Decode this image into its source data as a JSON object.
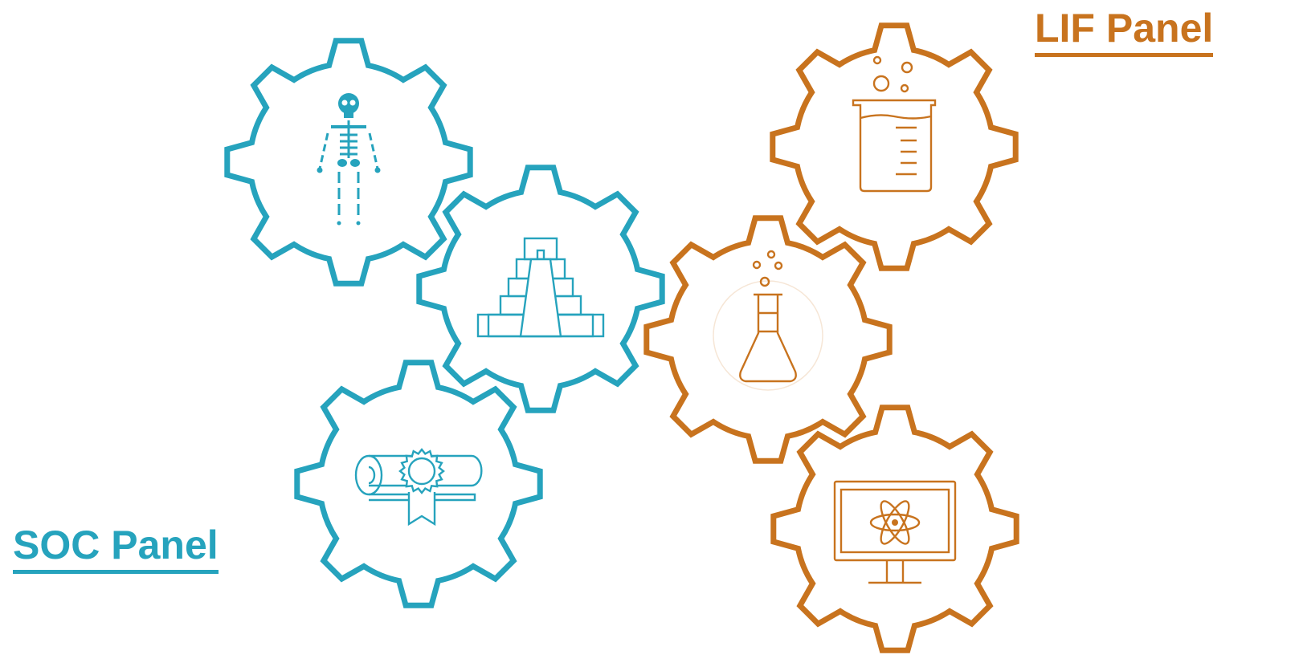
{
  "panels": {
    "lif": {
      "label": "LIF Panel",
      "color": "#C8731E"
    },
    "soc": {
      "label": "SOC Panel",
      "color": "#26A3BD"
    }
  },
  "gears": {
    "skeleton": {
      "panel": "soc",
      "icon": "skeleton-icon"
    },
    "pyramid": {
      "panel": "soc",
      "icon": "pyramid-icon"
    },
    "diploma": {
      "panel": "soc",
      "icon": "diploma-icon"
    },
    "beaker": {
      "panel": "lif",
      "icon": "beaker-icon"
    },
    "flask": {
      "panel": "lif",
      "icon": "flask-icon"
    },
    "monitor": {
      "panel": "lif",
      "icon": "atom-monitor-icon"
    }
  }
}
